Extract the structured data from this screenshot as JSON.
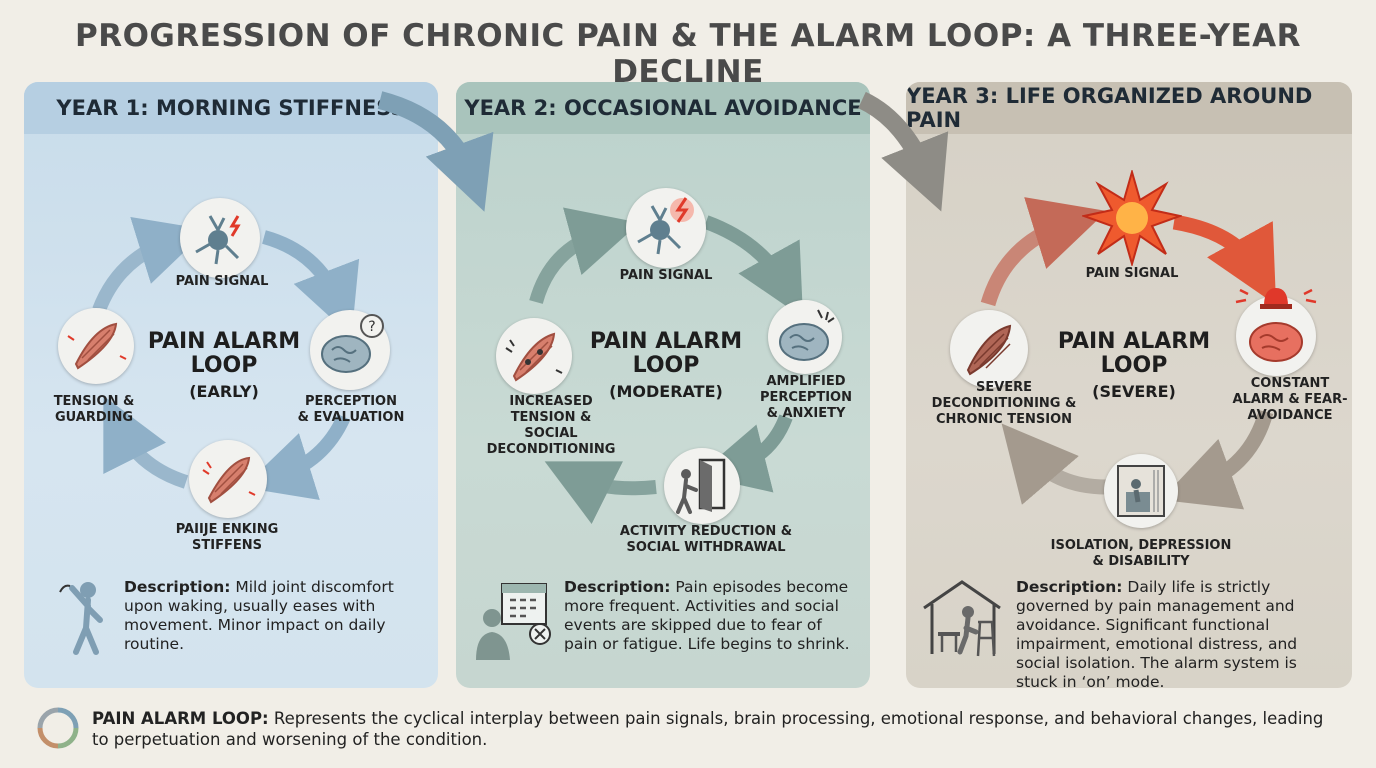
{
  "title": "PROGRESSION OF CHRONIC PAIN & THE ALARM LOOP: A THREE-YEAR DECLINE",
  "years": [
    {
      "header": "YEAR 1: MORNING STIFFNESS",
      "center_title": "PAIN ALARM\nLOOP",
      "center_sub": "(EARLY)",
      "nodes": [
        "PAIN SIGNAL",
        "PERCEPTION\n& EVALUATION",
        "PAIIJE ENKING\nSTIFFENS",
        "TENSION &\nGUARDING"
      ],
      "description_label": "Description:",
      "description_text": " Mild joint discomfort upon waking, usually eases with movement. Minor impact on daily routine."
    },
    {
      "header": "YEAR 2: OCCASIONAL AVOIDANCE",
      "center_title": "PAIN ALARM\nLOOP",
      "center_sub": "(MODERATE)",
      "nodes": [
        "PAIN SIGNAL",
        "AMPLIFIED\nPERCEPTION\n& ANXIETY",
        "ACTIVITY REDUCTION &\nSOCIAL WITHDRAWAL",
        "INCREASED\nTENSION &\nSOCIAL\nDECONDITIONING"
      ],
      "description_label": "Description:",
      "description_text": " Pain episodes become more frequent. Activities and social events are skipped due to fear of pain or fatigue. Life begins to shrink."
    },
    {
      "header": "YEAR 3: LIFE ORGANIZED AROUND PAIN",
      "center_title": "PAIN ALARM\nLOOP",
      "center_sub": "(SEVERE)",
      "nodes": [
        "PAIN SIGNAL",
        "CONSTANT\nALARM & FEAR-\nAVOIDANCE",
        "ISOLATION, DEPRESSION\n& DISABILITY",
        "SEVERE\nDECONDITIONING &\nCHRONIC TENSION"
      ],
      "description_label": "Description:",
      "description_text": " Daily life is strictly governed by pain management and avoidance. Significant functional impairment, emotional distress, and social isolation. The alarm system is stuck in ‘on’ mode."
    }
  ],
  "footer": {
    "label": "PAIN ALARM LOOP:",
    "text": " Represents the cyclical interplay between pain signals, brain processing, emotional response, and behavioral changes, leading to perpetuation and worsening of the condition."
  },
  "colors": {
    "year1_arrow": "#8fb0c8",
    "year2_arrow": "#7e9c96",
    "year3_arrow_hot": "#e0583a",
    "year3_arrow_cool": "#a49a8e"
  }
}
